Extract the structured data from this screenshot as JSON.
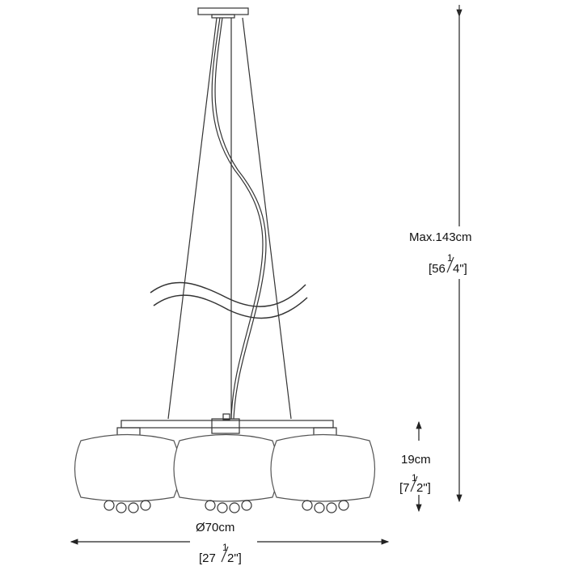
{
  "height_dimension": {
    "metric": "Max.143cm",
    "imperial_open": "[56",
    "imperial_num": "1",
    "imperial_den": "4\"]"
  },
  "shade_height_dimension": {
    "metric": "19cm",
    "imperial_open": "[7",
    "imperial_num": "1",
    "imperial_den": "2\"]"
  },
  "diameter_dimension": {
    "metric": "Ø70cm",
    "imperial_open": "[27",
    "imperial_num": "1",
    "imperial_den": "2\"]"
  },
  "colors": {
    "line": "#333333",
    "background": "#ffffff"
  }
}
